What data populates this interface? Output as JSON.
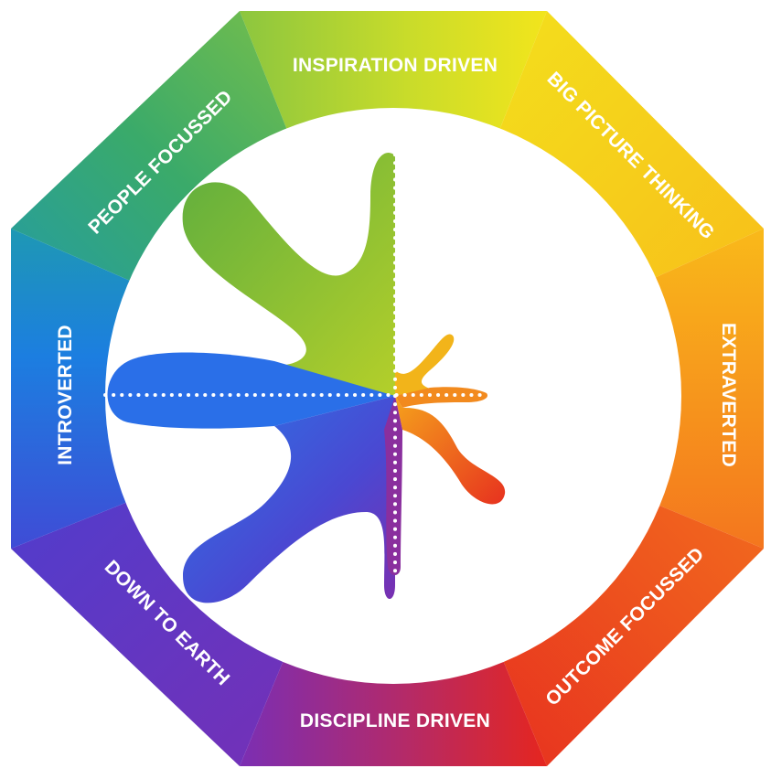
{
  "diagram": {
    "labels": {
      "inspiration_driven": "INSPIRATION DRIVEN",
      "big_picture_thinking": "BIG PICTURE THINKING",
      "extraverted": "EXTRAVERTED",
      "outcome_focussed": "OUTCOME FOCUSSED",
      "discipline_driven": "DISCIPLINE DRIVEN",
      "down_to_earth": "DOWN TO EARTH",
      "introverted": "INTROVERTED",
      "people_focussed": "PEOPLE FOCUSSED"
    },
    "colors": {
      "top": "#b6d631",
      "top_right": "#f4e61a",
      "right": "#f7921e",
      "bottom_right": "#ec3a1c",
      "bottom": "#8a2fa6",
      "bottom_left": "#5a3bc4",
      "left": "#1f6fe0",
      "top_left": "#2ba38a",
      "divider": "#ffffff"
    }
  }
}
